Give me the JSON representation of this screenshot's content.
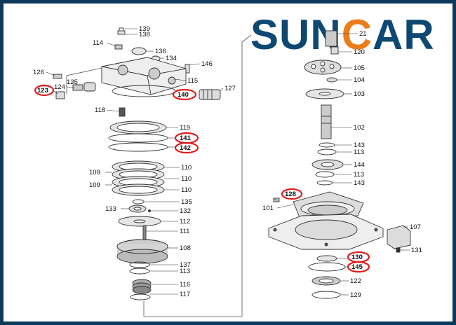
{
  "brand": {
    "name_before": "SUN",
    "name_c": "C",
    "name_after": "AR",
    "accent": "#ea7d1a",
    "primary": "#0c4872"
  },
  "colors": {
    "frame": "#0d3a5c",
    "highlight": "#e21b1b",
    "part_stroke": "#333333",
    "part_fill": "#e6e6e6"
  },
  "labels": [
    {
      "t": "139",
      "hl": false
    },
    {
      "t": "138",
      "hl": false
    },
    {
      "t": "114",
      "hl": false
    },
    {
      "t": "136",
      "hl": false
    },
    {
      "t": "134",
      "hl": false
    },
    {
      "t": "146",
      "hl": false
    },
    {
      "t": "126",
      "hl": false
    },
    {
      "t": "115",
      "hl": false
    },
    {
      "t": "125",
      "hl": false
    },
    {
      "t": "123",
      "hl": true
    },
    {
      "t": "124",
      "hl": false
    },
    {
      "t": "127",
      "hl": false
    },
    {
      "t": "140",
      "hl": true
    },
    {
      "t": "118",
      "hl": false
    },
    {
      "t": "119",
      "hl": false
    },
    {
      "t": "141",
      "hl": true
    },
    {
      "t": "142",
      "hl": true
    },
    {
      "t": "109",
      "hl": false
    },
    {
      "t": "110",
      "hl": false
    },
    {
      "t": "110",
      "hl": false
    },
    {
      "t": "109",
      "hl": false
    },
    {
      "t": "110",
      "hl": false
    },
    {
      "t": "135",
      "hl": false
    },
    {
      "t": "133",
      "hl": false
    },
    {
      "t": "132",
      "hl": false
    },
    {
      "t": "112",
      "hl": false
    },
    {
      "t": "111",
      "hl": false
    },
    {
      "t": "108",
      "hl": false
    },
    {
      "t": "137",
      "hl": false
    },
    {
      "t": "113",
      "hl": false
    },
    {
      "t": "116",
      "hl": false
    },
    {
      "t": "117",
      "hl": false
    },
    {
      "t": "21",
      "hl": false
    },
    {
      "t": "120",
      "hl": false
    },
    {
      "t": "105",
      "hl": false
    },
    {
      "t": "104",
      "hl": false
    },
    {
      "t": "103",
      "hl": false
    },
    {
      "t": "102",
      "hl": false
    },
    {
      "t": "143",
      "hl": false
    },
    {
      "t": "113",
      "hl": false
    },
    {
      "t": "144",
      "hl": false
    },
    {
      "t": "113",
      "hl": false
    },
    {
      "t": "143",
      "hl": false
    },
    {
      "t": "128",
      "hl": true
    },
    {
      "t": "101",
      "hl": false
    },
    {
      "t": "107",
      "hl": false
    },
    {
      "t": "131",
      "hl": false
    },
    {
      "t": "130",
      "hl": true
    },
    {
      "t": "145",
      "hl": true
    },
    {
      "t": "122",
      "hl": false
    },
    {
      "t": "129",
      "hl": false
    }
  ]
}
